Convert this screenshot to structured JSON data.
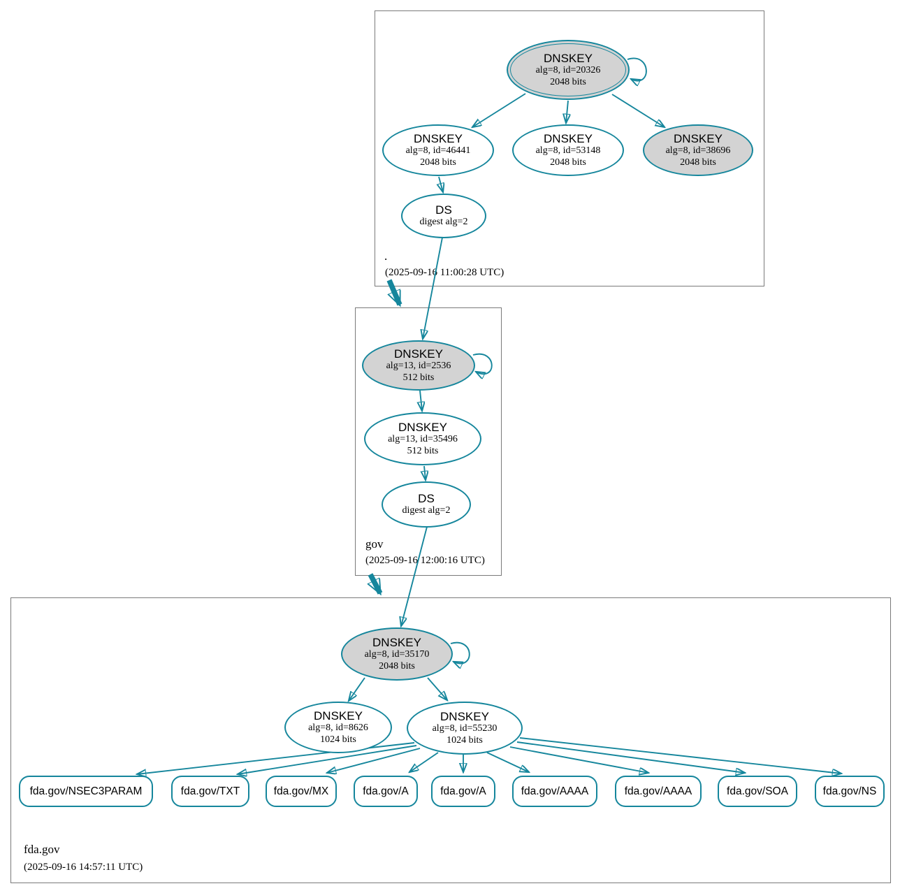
{
  "colors": {
    "edge": "#15869c",
    "ksk_fill": "#d3d3d3",
    "node_fill": "#ffffff",
    "zone_border": "#7a7a7a"
  },
  "zones": [
    {
      "name": ".",
      "timestamp": "(2025-09-16 11:00:28 UTC)",
      "nodes": {
        "ksk": {
          "title": "DNSKEY",
          "detail1": "alg=8, id=20326",
          "detail2": "2048 bits"
        },
        "zsk1": {
          "title": "DNSKEY",
          "detail1": "alg=8, id=46441",
          "detail2": "2048 bits"
        },
        "zsk2": {
          "title": "DNSKEY",
          "detail1": "alg=8, id=53148",
          "detail2": "2048 bits"
        },
        "ksk2": {
          "title": "DNSKEY",
          "detail1": "alg=8, id=38696",
          "detail2": "2048 bits"
        },
        "ds": {
          "title": "DS",
          "detail1": "digest alg=2"
        }
      }
    },
    {
      "name": "gov",
      "timestamp": "(2025-09-16 12:00:16 UTC)",
      "nodes": {
        "ksk": {
          "title": "DNSKEY",
          "detail1": "alg=13, id=2536",
          "detail2": "512 bits"
        },
        "zsk": {
          "title": "DNSKEY",
          "detail1": "alg=13, id=35496",
          "detail2": "512 bits"
        },
        "ds": {
          "title": "DS",
          "detail1": "digest alg=2"
        }
      }
    },
    {
      "name": "fda.gov",
      "timestamp": "(2025-09-16 14:57:11 UTC)",
      "nodes": {
        "ksk": {
          "title": "DNSKEY",
          "detail1": "alg=8, id=35170",
          "detail2": "2048 bits"
        },
        "zsk1": {
          "title": "DNSKEY",
          "detail1": "alg=8, id=8626",
          "detail2": "1024 bits"
        },
        "zsk2": {
          "title": "DNSKEY",
          "detail1": "alg=8, id=55230",
          "detail2": "1024 bits"
        }
      },
      "rrsets": [
        "fda.gov/NSEC3PARAM",
        "fda.gov/TXT",
        "fda.gov/MX",
        "fda.gov/A",
        "fda.gov/A",
        "fda.gov/AAAA",
        "fda.gov/AAAA",
        "fda.gov/SOA",
        "fda.gov/NS"
      ]
    }
  ]
}
